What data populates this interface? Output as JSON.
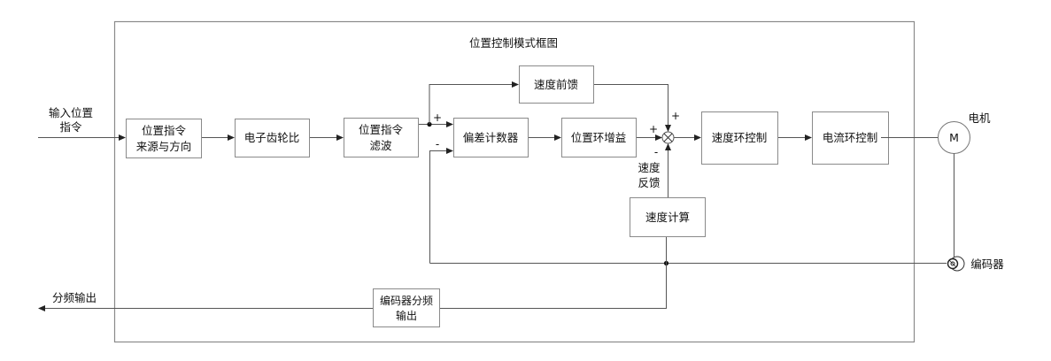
{
  "diagram": {
    "title": "位置控制模式框图",
    "external": {
      "input_label": [
        "输入位置",
        "指令"
      ],
      "motor_label": "电机",
      "motor_symbol": "M",
      "encoder_label": "编码器",
      "output_label": "分频输出"
    },
    "blocks": {
      "cmd_source": [
        "位置指令",
        "来源与方向"
      ],
      "gear_ratio": "电子齿轮比",
      "cmd_filter": [
        "位置指令",
        "滤波"
      ],
      "speed_ff": "速度前馈",
      "deviation_counter": "偏差计数器",
      "pos_gain": "位置环增益",
      "speed_loop": "速度环控制",
      "current_loop": "电流环控制",
      "speed_calc": "速度计算",
      "encoder_div": [
        "编码器分频",
        "输出"
      ]
    },
    "signs": {
      "counter_plus": "+",
      "counter_minus": "-",
      "sum_plus_left": "+",
      "sum_plus_top": "+",
      "sum_minus": "-"
    },
    "feedback_label": [
      "速度",
      "反馈"
    ],
    "colors": {
      "line": "#555555",
      "box_border": "#8a8a8a",
      "text": "#111111"
    }
  }
}
